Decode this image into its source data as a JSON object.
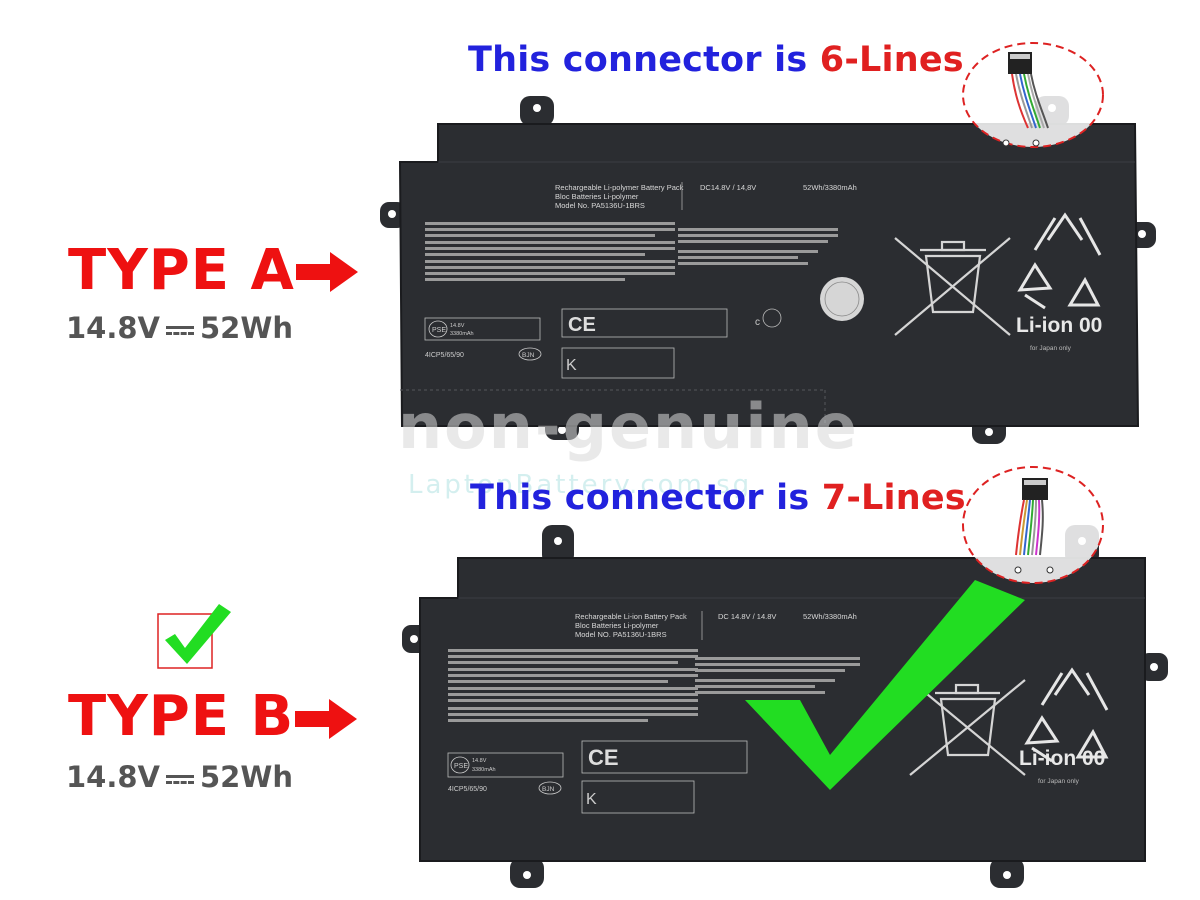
{
  "type_a": {
    "connector_prefix": "This connector is ",
    "connector_lines": "6-Lines",
    "type_label": "TYPE A",
    "voltage": "14.8V",
    "energy": "52Wh",
    "battery": {
      "header_line1": "Rechargeable Li-polymer Battery Pack",
      "header_line2": "Bloc Batteries Li-polymer",
      "header_line3": "Model No.  PA5136U-1BRS",
      "rating": "DC14.8V / 14,8V",
      "capacity": "52Wh/3380mAh",
      "pse_line1": "14.8V",
      "pse_line2": "3380mAh",
      "cell_code": "4ICP5/65/90",
      "maker_code": "BJN",
      "liion": "Li-ion 00",
      "japan": "for Japan only"
    }
  },
  "type_b": {
    "connector_prefix": "This connector is ",
    "connector_lines": "7-Lines",
    "type_label": "TYPE B",
    "voltage": "14.8V",
    "energy": "52Wh",
    "battery": {
      "header_line1": "Rechargeable Li-ion Battery Pack",
      "header_line2": "Bloc Batteries Li-polymer",
      "header_line3": "Model NO. PA5136U-1BRS",
      "rating": "DC 14.8V / 14.8V",
      "capacity": "52Wh/3380mAh",
      "pse_line1": "14.8V",
      "pse_line2": "3380mAh",
      "cell_code": "4ICP5/65/90",
      "maker_code": "BJN",
      "liion": "Li-ion 00",
      "japan": "for Japan only"
    }
  },
  "watermark": {
    "main": "non-genuine",
    "site": "LaptopBattery.com.sg"
  },
  "colors": {
    "blue_text": "#2222dd",
    "red_accent": "#e02020",
    "battery_body": "#2b2d31",
    "check_green": "#22dd22"
  },
  "icons": [
    "red-arrow-icon",
    "green-check-icon",
    "ce-mark-icon",
    "recycle-icon",
    "crossed-bin-icon",
    "connector-icon"
  ]
}
